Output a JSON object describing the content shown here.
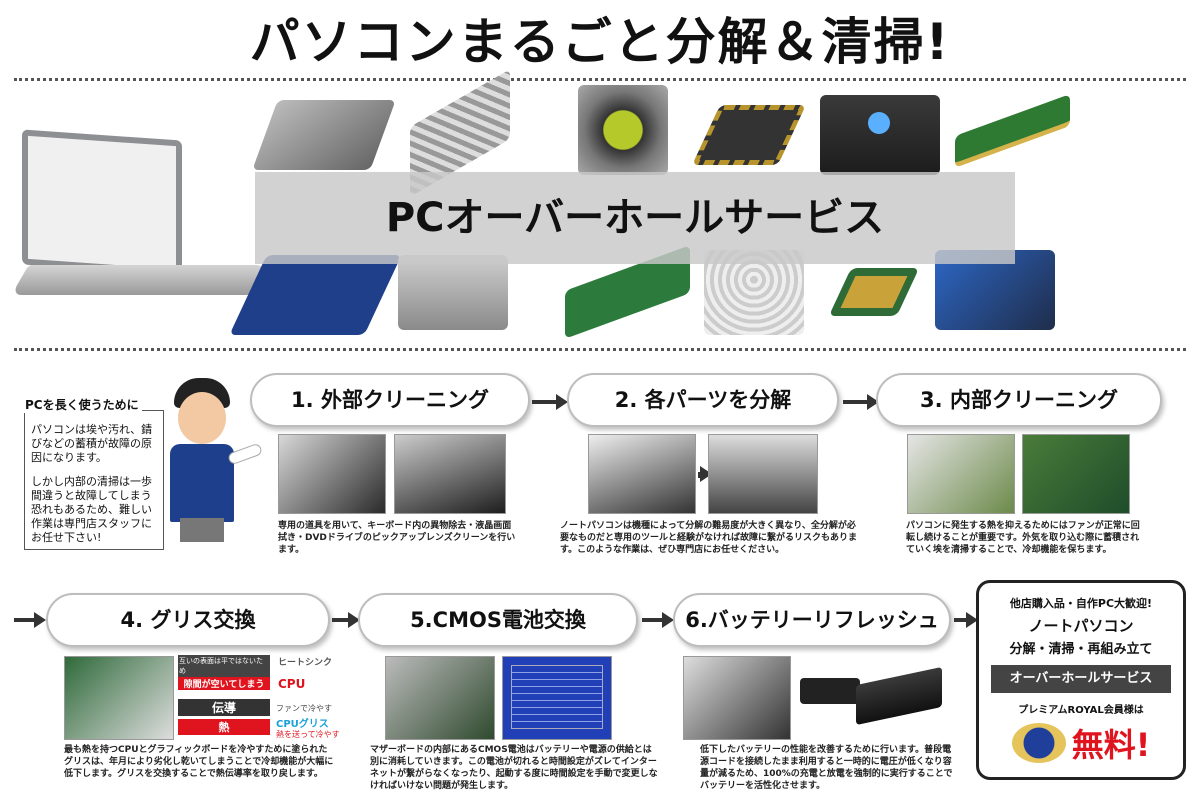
{
  "title": "パソコンまるごと分解＆清掃!",
  "banner": "PCオーバーホールサービス",
  "parts": [
    "hdd-icon",
    "ribbon-cable-icon",
    "cpu-cooler-icon",
    "chip-icon",
    "optical-drive-icon",
    "ram-icon",
    "motherboard-icon",
    "card-reader-icon",
    "expansion-card-icon",
    "psu-icon",
    "cpu-icon",
    "graphics-card-icon"
  ],
  "note": {
    "heading": "PCを長く使うために",
    "p1": "パソコンは埃や汚れ、錆びなどの蓄積が故障の原因になります。",
    "p2": "しかし内部の清掃は一歩間違うと故障してしまう恐れもあるため、難しい作業は専門店スタッフにお任せ下さい!"
  },
  "steps": [
    {
      "label": "1. 外部クリーニング",
      "desc": "専用の道具を用いて、キーボード内の異物除去・液晶画面拭き・DVDドライブのピックアップレンズクリーンを行います。"
    },
    {
      "label": "2. 各パーツを分解",
      "desc": "ノートパソコンは機種によって分解の難易度が大きく異なり、全分解が必要なものだと専用のツールと経験がなければ故障に繋がるリスクもあります。このような作業は、ぜひ専門店にお任せください。"
    },
    {
      "label": "3. 内部クリーニング",
      "desc": "パソコンに発生する熱を抑えるためにはファンが正常に回転し続けることが重要です。外気を取り込む際に蓄積されていく埃を清掃することで、冷却機能を保ちます。"
    },
    {
      "label": "4. グリス交換",
      "desc": "最も熱を持つCPUとグラフィックボードを冷やすために塗られたグリスは、年月により劣化し乾いてしまうことで冷却機能が大幅に低下します。グリスを交換することで熱伝導率を取り戻します。"
    },
    {
      "label": "5.CMOS電池交換",
      "desc": "マザーボードの内部にあるCMOS電池はバッテリーや電源の供給とは別に消耗していきます。この電池が切れると時間設定がズレてインターネットが繋がらなくなったり、起動する度に時間設定を手動で変更しなければいけない問題が発生します。"
    },
    {
      "label": "6.バッテリーリフレッシュ",
      "desc": "低下したバッテリーの性能を改善するために行います。普段電源コードを接続したまま利用すると一時的に電圧が低くなり容量が減るため、100%の充電と放電を強制的に実行することでバッテリーを活性化させます。"
    }
  ],
  "grease": {
    "top_note": "互いの表面は平ではないため",
    "heatsink": "ヒートシンク",
    "gap": "隙間が空いてしまう",
    "cpu": "CPU",
    "fan": "ファンで冷やす",
    "conduct": "伝導",
    "cpu_grease": "CPUグリス",
    "heat_send": "熱を送って冷やす",
    "heat": "熱"
  },
  "promo": {
    "line1": "他店購入品・自作PC大歓迎!",
    "line2": "ノートパソコン",
    "line3": "分解・清掃・再組み立て",
    "badge": "オーバーホールサービス",
    "member": "プレミアムROYAL会員様は",
    "free": "無料!"
  },
  "colors": {
    "accent_red": "#e0141e",
    "grease_blue": "#1aa1d9",
    "banner_gray": "#c8c8c8"
  }
}
